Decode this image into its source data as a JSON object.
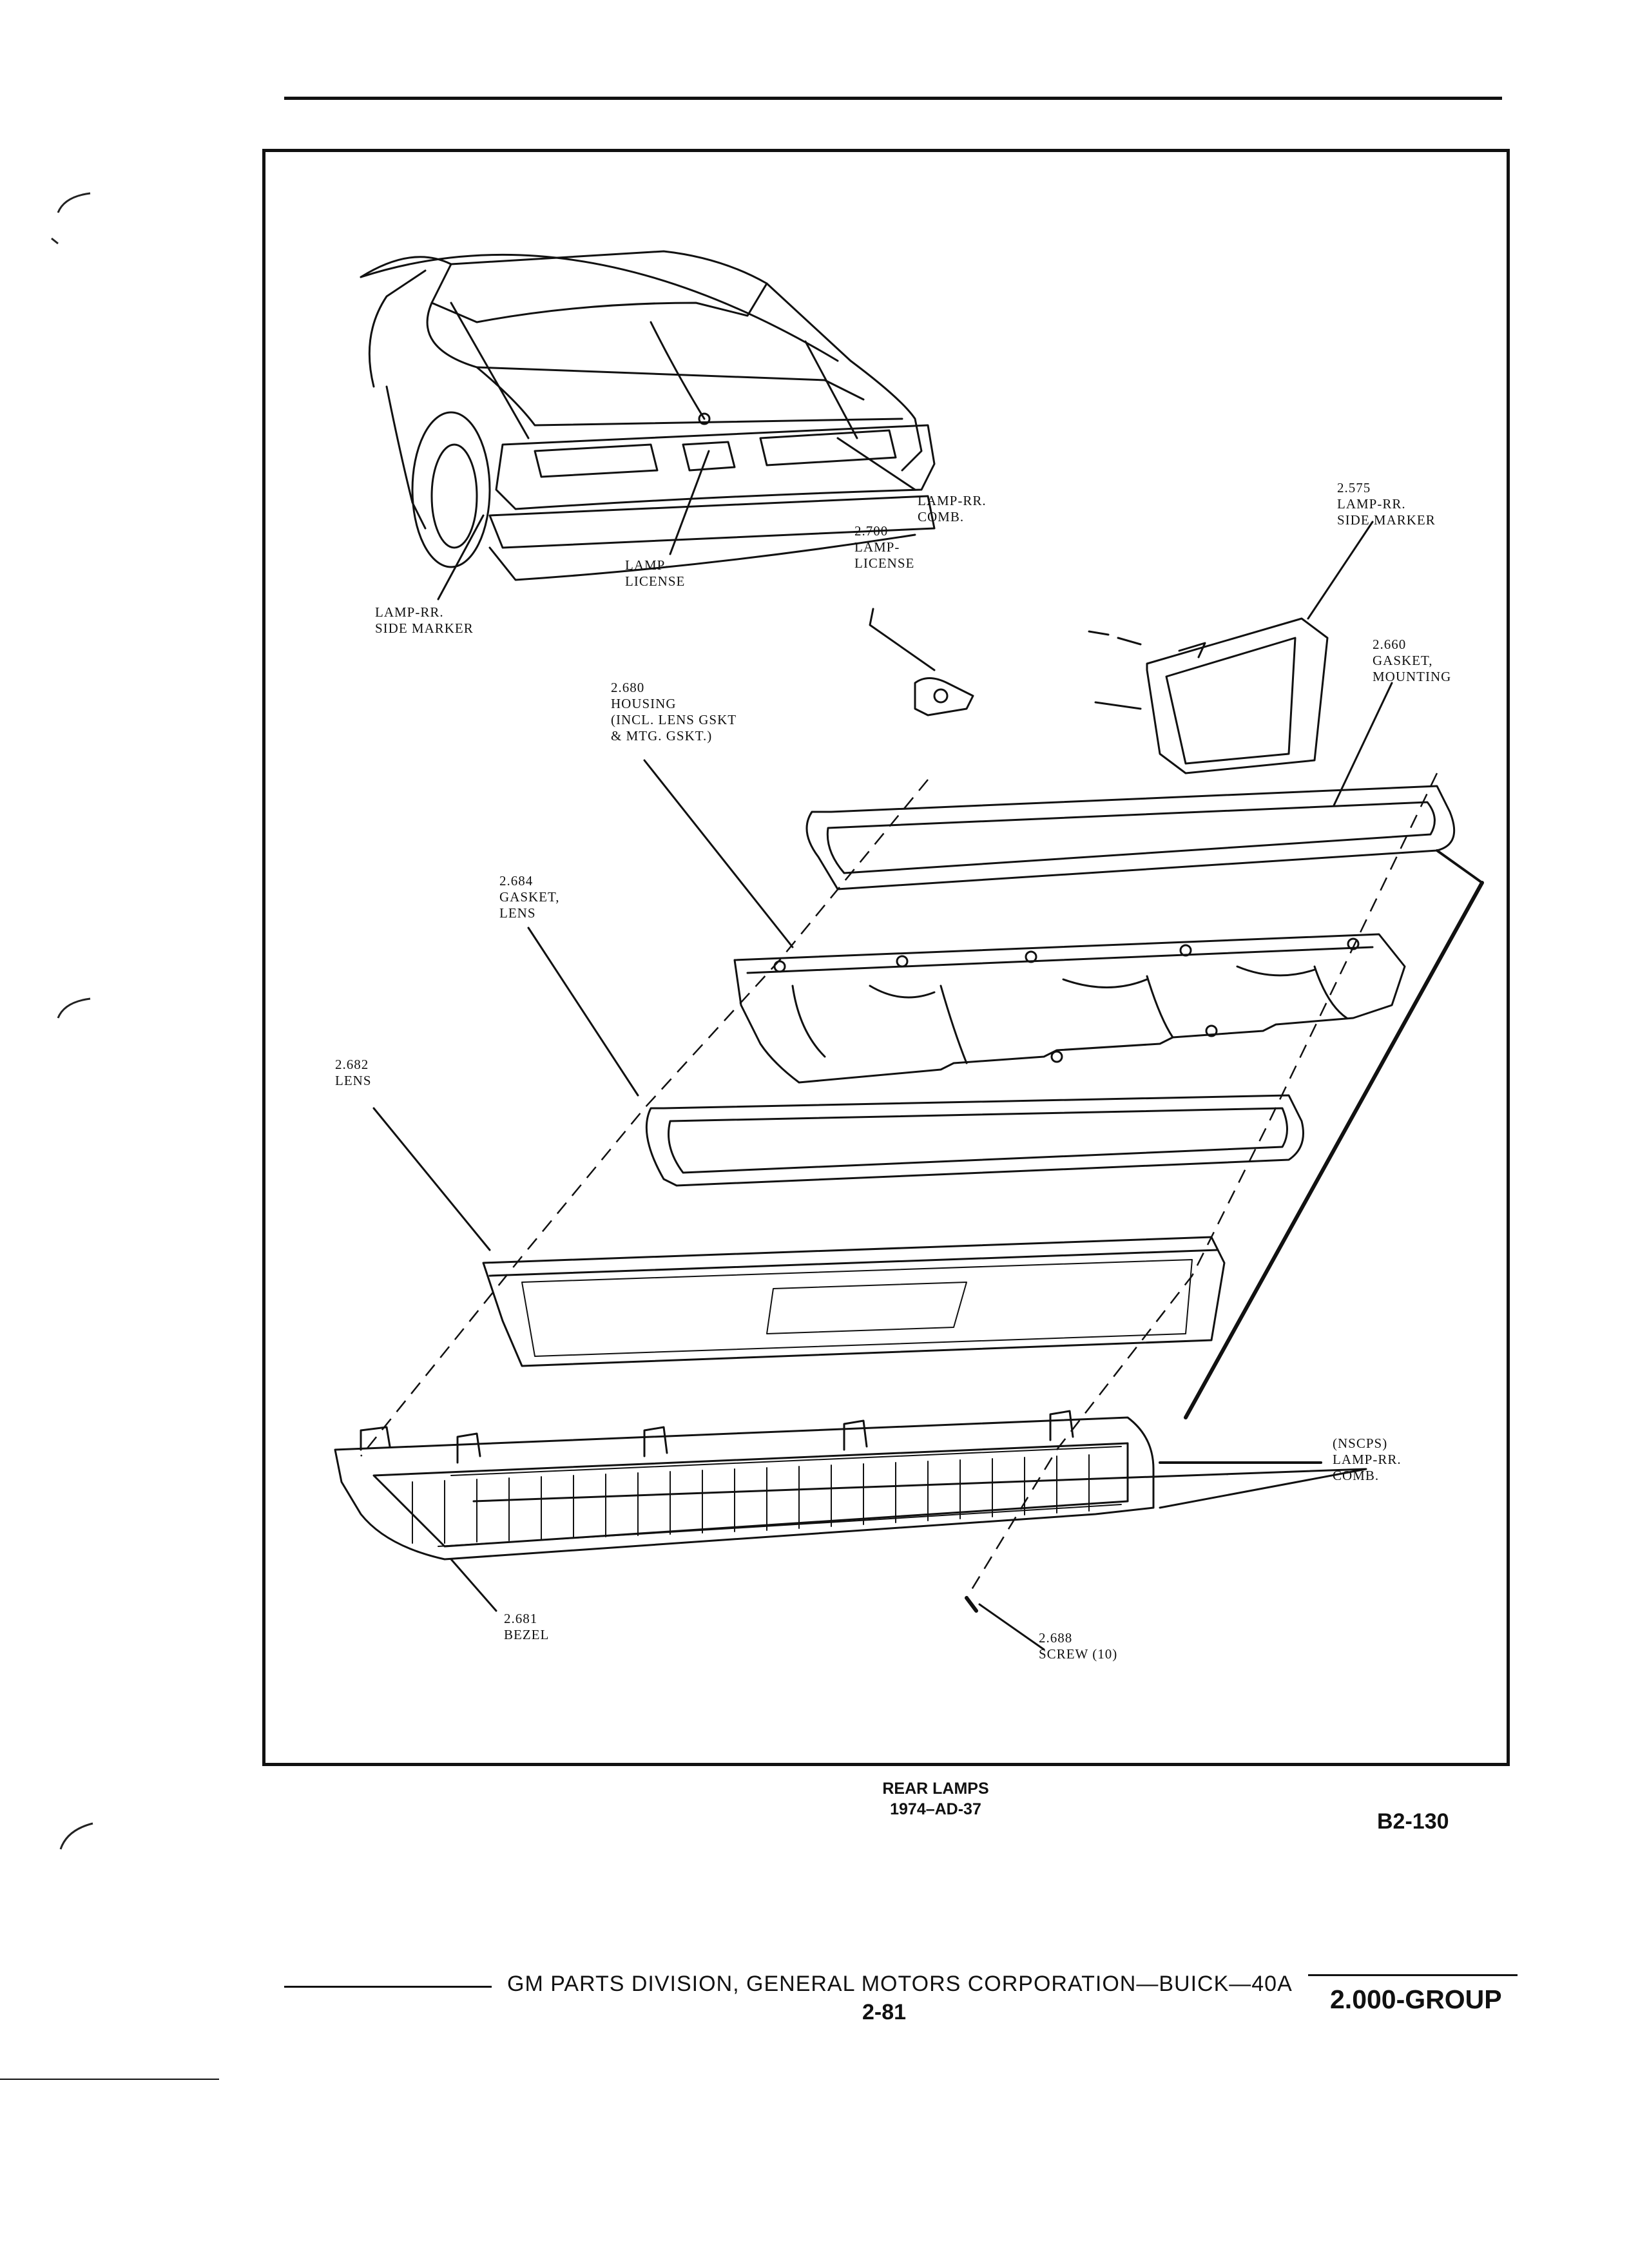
{
  "diagram": {
    "labels": {
      "side_marker_left": "LAMP-RR.\nSIDE MARKER",
      "license_lamp": "LAMP-\nLICENSE",
      "comb_lamp": "LAMP-RR.\nCOMB.",
      "part_2700": "2.700\nLAMP-\nLICENSE",
      "part_2575": "2.575\nLAMP-RR.\nSIDE MARKER",
      "part_2660": "2.660\nGASKET,\nMOUNTING",
      "part_2680": "2.680\nHOUSING\n(INCL. LENS GSKT\n& MTG. GSKT.)",
      "part_2684": "2.684\nGASKET,\nLENS",
      "part_2682": "2.682\nLENS",
      "part_nscps": "(NSCPS)\nLAMP-RR.\nCOMB.",
      "part_2681": "2.681\nBEZEL",
      "part_2688": "2.688\nSCREW (10)"
    }
  },
  "caption": {
    "title": "REAR LAMPS",
    "code": "1974–AD-37"
  },
  "figure_ref": "B2-130",
  "footer": {
    "text": "GM PARTS DIVISION, GENERAL MOTORS CORPORATION—BUICK—40A",
    "page": "2-81",
    "group": "2.000-GROUP"
  }
}
